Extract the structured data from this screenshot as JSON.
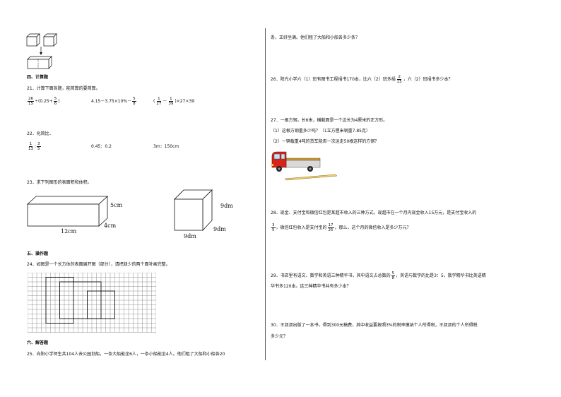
{
  "left": {
    "section4": "四、计算题",
    "q21": {
      "text": "21．计算下面各题，能简算的要简算。",
      "e1": {
        "a_n": "26",
        "a_d": "15",
        "mid": "÷(0.25+",
        "b_n": "5",
        "b_d": "6",
        "end": ")"
      },
      "e2": {
        "pre": "4.15－3.75×10%－",
        "b_n": "5",
        "b_d": "8"
      },
      "e3": {
        "pre": "(",
        "a_n": "1",
        "a_d": "27",
        "mid": "－",
        "b_n": "1",
        "b_d": "39",
        "end": ")×27×39"
      }
    },
    "q22": {
      "text": "22．化简比．",
      "r1": {
        "a_n": "1",
        "a_d": "13",
        "sep": ":",
        "b_n": "3",
        "b_d": "5"
      },
      "r2": "0.45：0.2",
      "r3": "3m：150cm"
    },
    "q23": {
      "text": "23．求下列图形的表面积和体积。",
      "box_h": "5cm",
      "box_w": "4cm",
      "box_l": "12cm",
      "cube_h": "9dm",
      "cube_w": "9dm",
      "cube_l": "9dm"
    },
    "section5": "五、操作题",
    "q24": "24．如图是一个长方体的表面展开图（部分），请把缺少的两个面补画完整。",
    "section6": "六、解答题",
    "q25": "25．向阳小学师生共104人去公园划船，一条大船能坐6人，一条小船能坐4人。他们租了大船和小船各20"
  },
  "right": {
    "q25_cont": "条，正好坐满。他们租了大船和小船各多少条？",
    "q26": {
      "pre": "26．阳光小学六（1）班有图书工程捐书170本，比六（2）班多捐",
      "f_n": "2",
      "f_d": "15",
      "post": "，六（2）班捐书多少本？"
    },
    "q27": {
      "text": "27．一根方钢，长6米，横截面是一个边长为4厘米的正方形。",
      "p1": "（1）这根方钢重多少吨？（1立方厘米钢重7.85克）",
      "p2": "（2）一辆载重4吨的货车能否一次运走50根这样的方钢？"
    },
    "q28": {
      "line1": "28．现金、支付宝和微信红包是某超市收入的三种方式，现超市在一个月内现金收入15万元，是支付宝收入的",
      "f1_n": "3",
      "f1_d": "5",
      "line2a": "，微信红包收入是支付宝的",
      "f2_n": "17",
      "f2_d": "25",
      "line2b": "，那么，这个月的微信收入是多少万元？"
    },
    "q29": {
      "pre": "29．书店里有语文、数学和英语三种精华书，其中语文占总数的",
      "f_n": "5",
      "f_d": "8",
      "post": "，英语与数学的比是3：5，数学精华书比英语精",
      "line2": "华书多120本。这三种精华书共有多少本？"
    },
    "q30": {
      "line1": "30．王叔叔出版了一本书，得到300元稿费，其中收益要按照3%的税率缴纳个人所得税，王叔叔的个人所得税",
      "line2": "多少元？"
    }
  }
}
